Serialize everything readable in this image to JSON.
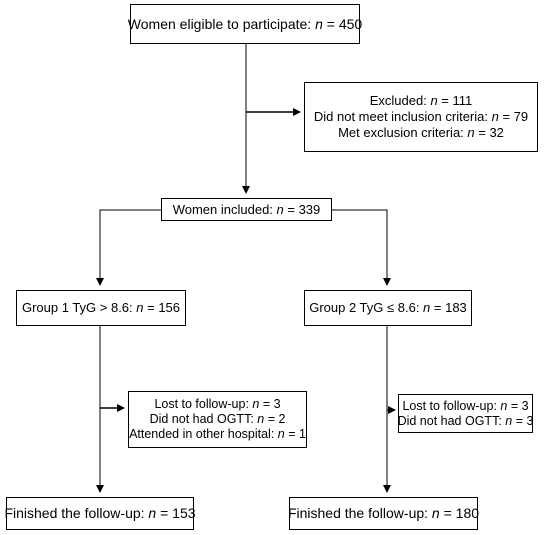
{
  "diagram": {
    "eligible": {
      "text": "Women eligible to participate: ",
      "n_symbol": "n",
      "value": " = 450"
    },
    "excluded": {
      "lines": [
        {
          "text": "Excluded: ",
          "n_symbol": "n",
          "value": " = 111"
        },
        {
          "text": "Did not meet inclusion criteria: ",
          "n_symbol": "n",
          "value": " = 79"
        },
        {
          "text": "Met exclusion criteria: ",
          "n_symbol": "n",
          "value": " = 32"
        }
      ]
    },
    "included": {
      "text": "Women included: ",
      "n_symbol": "n",
      "value": " = 339"
    },
    "group1": {
      "text": "Group 1 TyG > 8.6: ",
      "n_symbol": "n",
      "value": " = 156"
    },
    "group2": {
      "text": "Group 2 TyG ≤ 8.6: ",
      "n_symbol": "n",
      "value": " = 183"
    },
    "lost1": {
      "lines": [
        {
          "text": "Lost to follow-up: ",
          "n_symbol": "n",
          "value": " = 3"
        },
        {
          "text": "Did not had OGTT: ",
          "n_symbol": "n",
          "value": " = 2"
        },
        {
          "text": "Attended in other hospital: ",
          "n_symbol": "n",
          "value": " = 1"
        }
      ]
    },
    "lost2": {
      "lines": [
        {
          "text": "Lost to follow-up: ",
          "n_symbol": "n",
          "value": " = 3"
        },
        {
          "text": "Did not had OGTT: ",
          "n_symbol": "n",
          "value": " = 3"
        }
      ]
    },
    "finished1": {
      "text": "Finished the follow-up: ",
      "n_symbol": "n",
      "value": " = 153"
    },
    "finished2": {
      "text": "Finished the follow-up: ",
      "n_symbol": "n",
      "value": " = 180"
    }
  }
}
